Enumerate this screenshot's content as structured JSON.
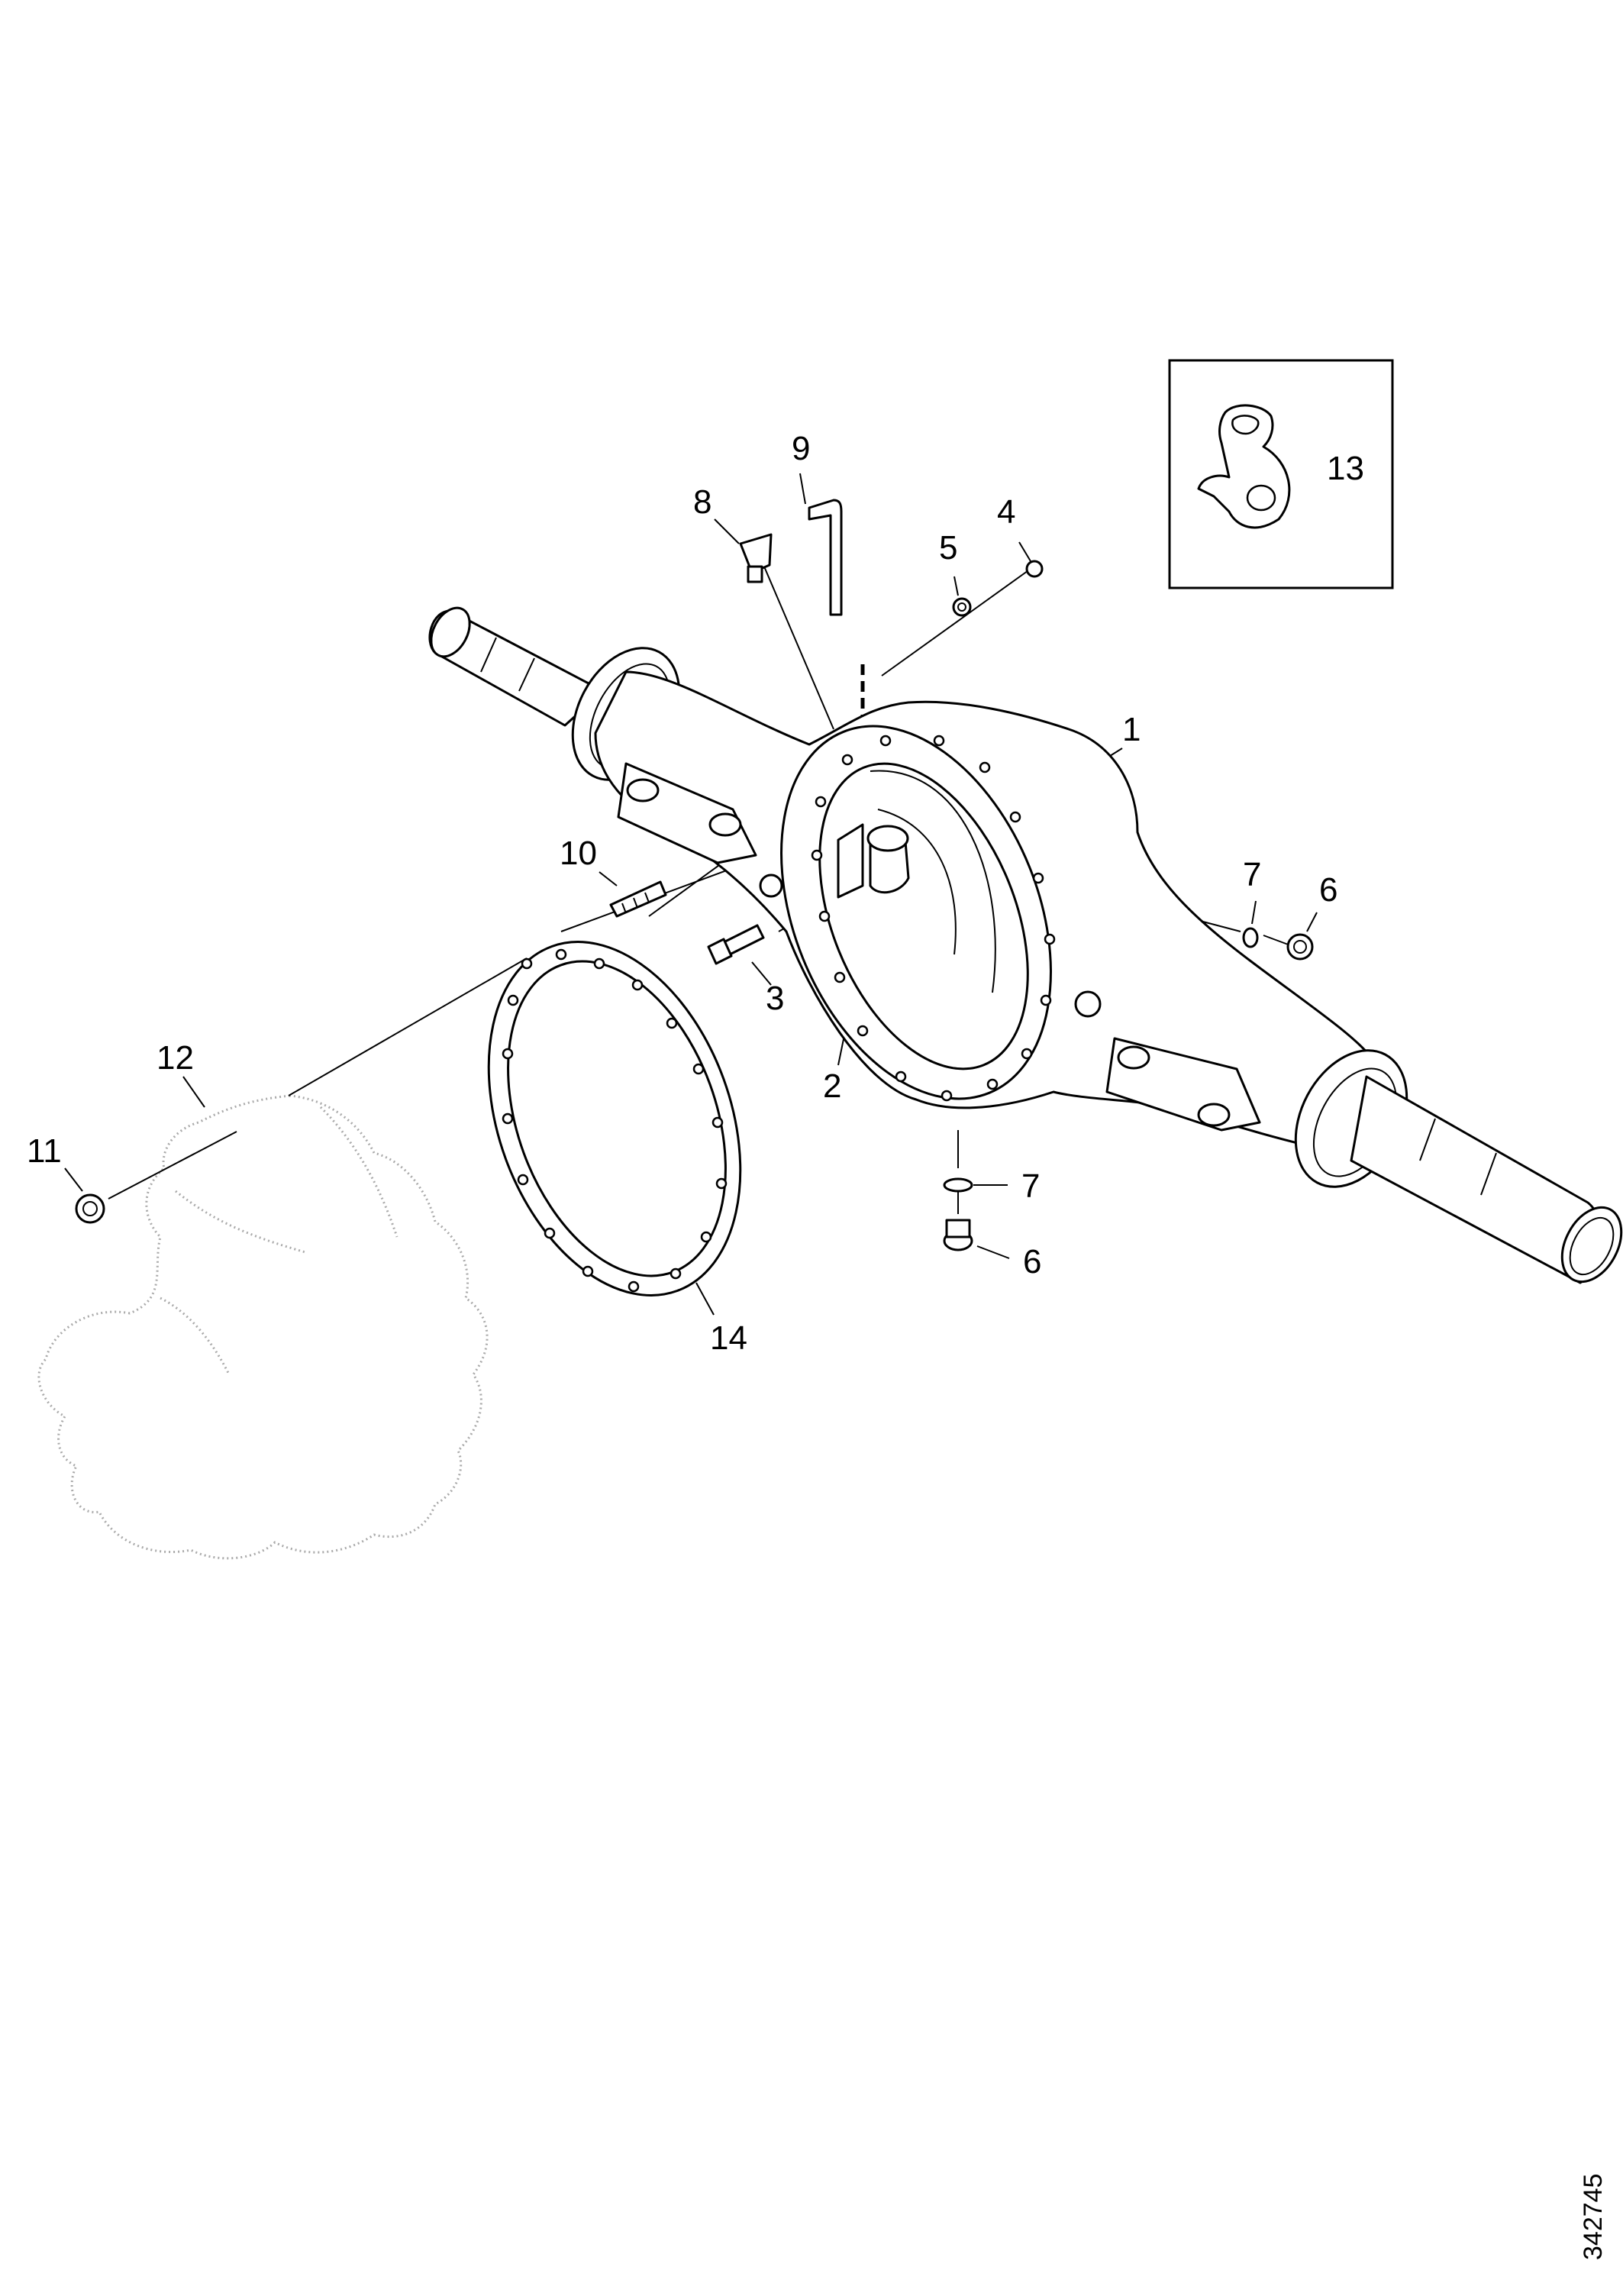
{
  "callouts": {
    "c1": "1",
    "c2": "2",
    "c3": "3",
    "c4": "4",
    "c5": "5",
    "c6a": "6",
    "c6b": "6",
    "c7a": "7",
    "c7b": "7",
    "c8": "8",
    "c9": "9",
    "c10": "10",
    "c11": "11",
    "c12": "12",
    "c13": "13",
    "c14": "14"
  },
  "drawing_number": "342745",
  "colors": {
    "line": "#000000",
    "ghost_outline": "#aaaaaa",
    "background": "#ffffff"
  }
}
